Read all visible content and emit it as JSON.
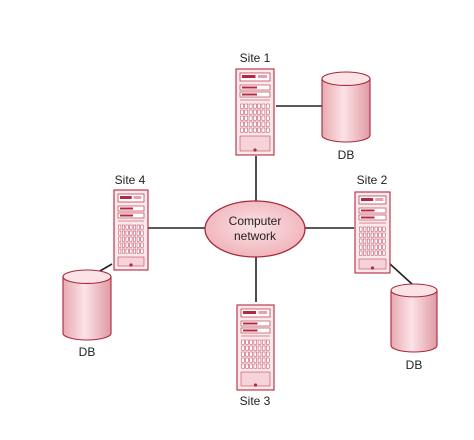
{
  "network": {
    "label_line1": "Computer",
    "label_line2": "network"
  },
  "sites": [
    {
      "label": "Site 1",
      "db_label": "DB"
    },
    {
      "label": "Site 2",
      "db_label": "DB"
    },
    {
      "label": "Site 3"
    },
    {
      "label": "Site 4",
      "db_label": "DB"
    }
  ],
  "colors": {
    "server_fill": "#fbe9ec",
    "server_stroke": "#b5283f",
    "db_fill": "#f3c9ce",
    "db_top_fill": "#fbe3e6",
    "db_stroke": "#a8283b",
    "network_fill": "#f0b7be",
    "network_stroke": "#a8283b",
    "line": "#222222"
  }
}
